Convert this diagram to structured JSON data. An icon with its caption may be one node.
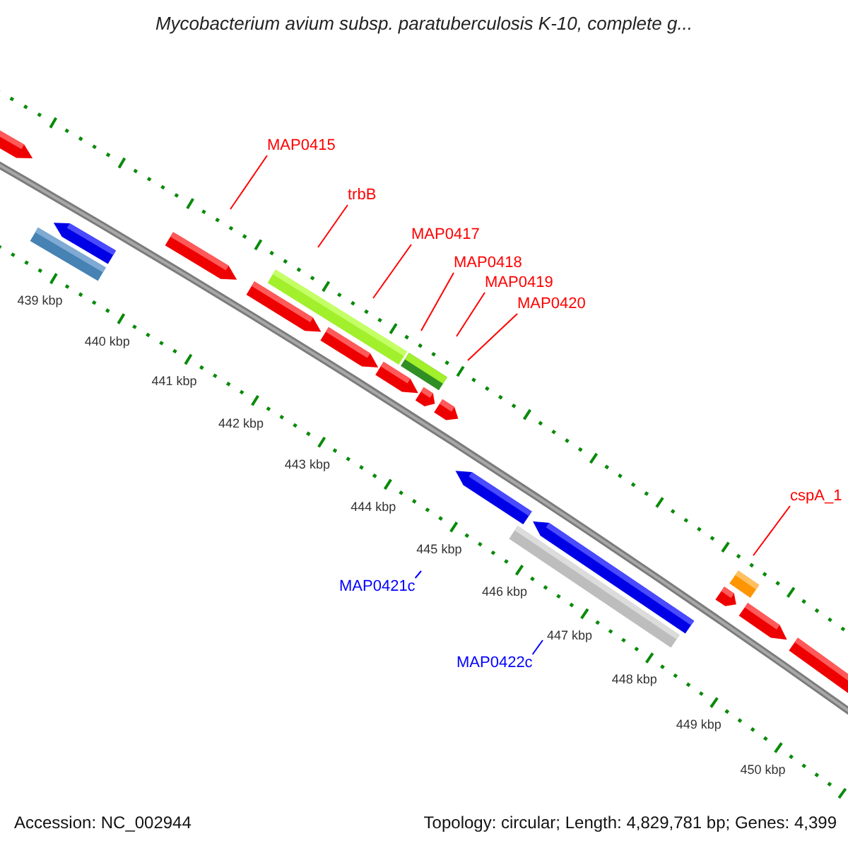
{
  "diagram": {
    "title": "Mycobacterium avium subsp. paratuberculosis K-10, complete g...",
    "nodes": [
      {
        "text": [
          "MAP0415"
        ]
      },
      {
        "text": [
          "trbB"
        ]
      },
      {
        "text": [
          "MAP0417"
        ]
      },
      {
        "text": [
          "MAP0418"
        ]
      },
      {
        "text": [
          "MAP0419"
        ]
      },
      {
        "text": [
          "MAP0420"
        ]
      },
      {
        "text": [
          "MAP0421c"
        ]
      },
      {
        "text": [
          "MAP0422c"
        ]
      },
      {
        "text": [
          "cspA_1"
        ]
      }
    ],
    "edges": [
      {
        "from": 0,
        "to": null,
        "arrow": "none"
      },
      {
        "from": 1,
        "to": null,
        "arrow": "none"
      },
      {
        "from": 2,
        "to": null,
        "arrow": "none"
      },
      {
        "from": 3,
        "to": null,
        "arrow": "none"
      },
      {
        "from": 4,
        "to": null,
        "arrow": "none"
      },
      {
        "from": 5,
        "to": null,
        "arrow": "none"
      },
      {
        "from": 6,
        "to": null,
        "arrow": "none",
        "color": "#0000ff"
      },
      {
        "from": 7,
        "to": null,
        "arrow": "none",
        "color": "#0000ff"
      },
      {
        "from": 8,
        "to": null,
        "arrow": "none"
      }
    ],
    "labels": [
      "439 kbp",
      "440 kbp",
      "441 kbp",
      "442 kbp",
      "443 kbp",
      "444 kbp",
      "445 kbp",
      "446 kbp",
      "447 kbp",
      "448 kbp",
      "449 kbp",
      "450 kbp",
      "Accession: NC_002944",
      "Topology: circular; Length: 4,829,781 bp; Genes: 4,399"
    ]
  }
}
